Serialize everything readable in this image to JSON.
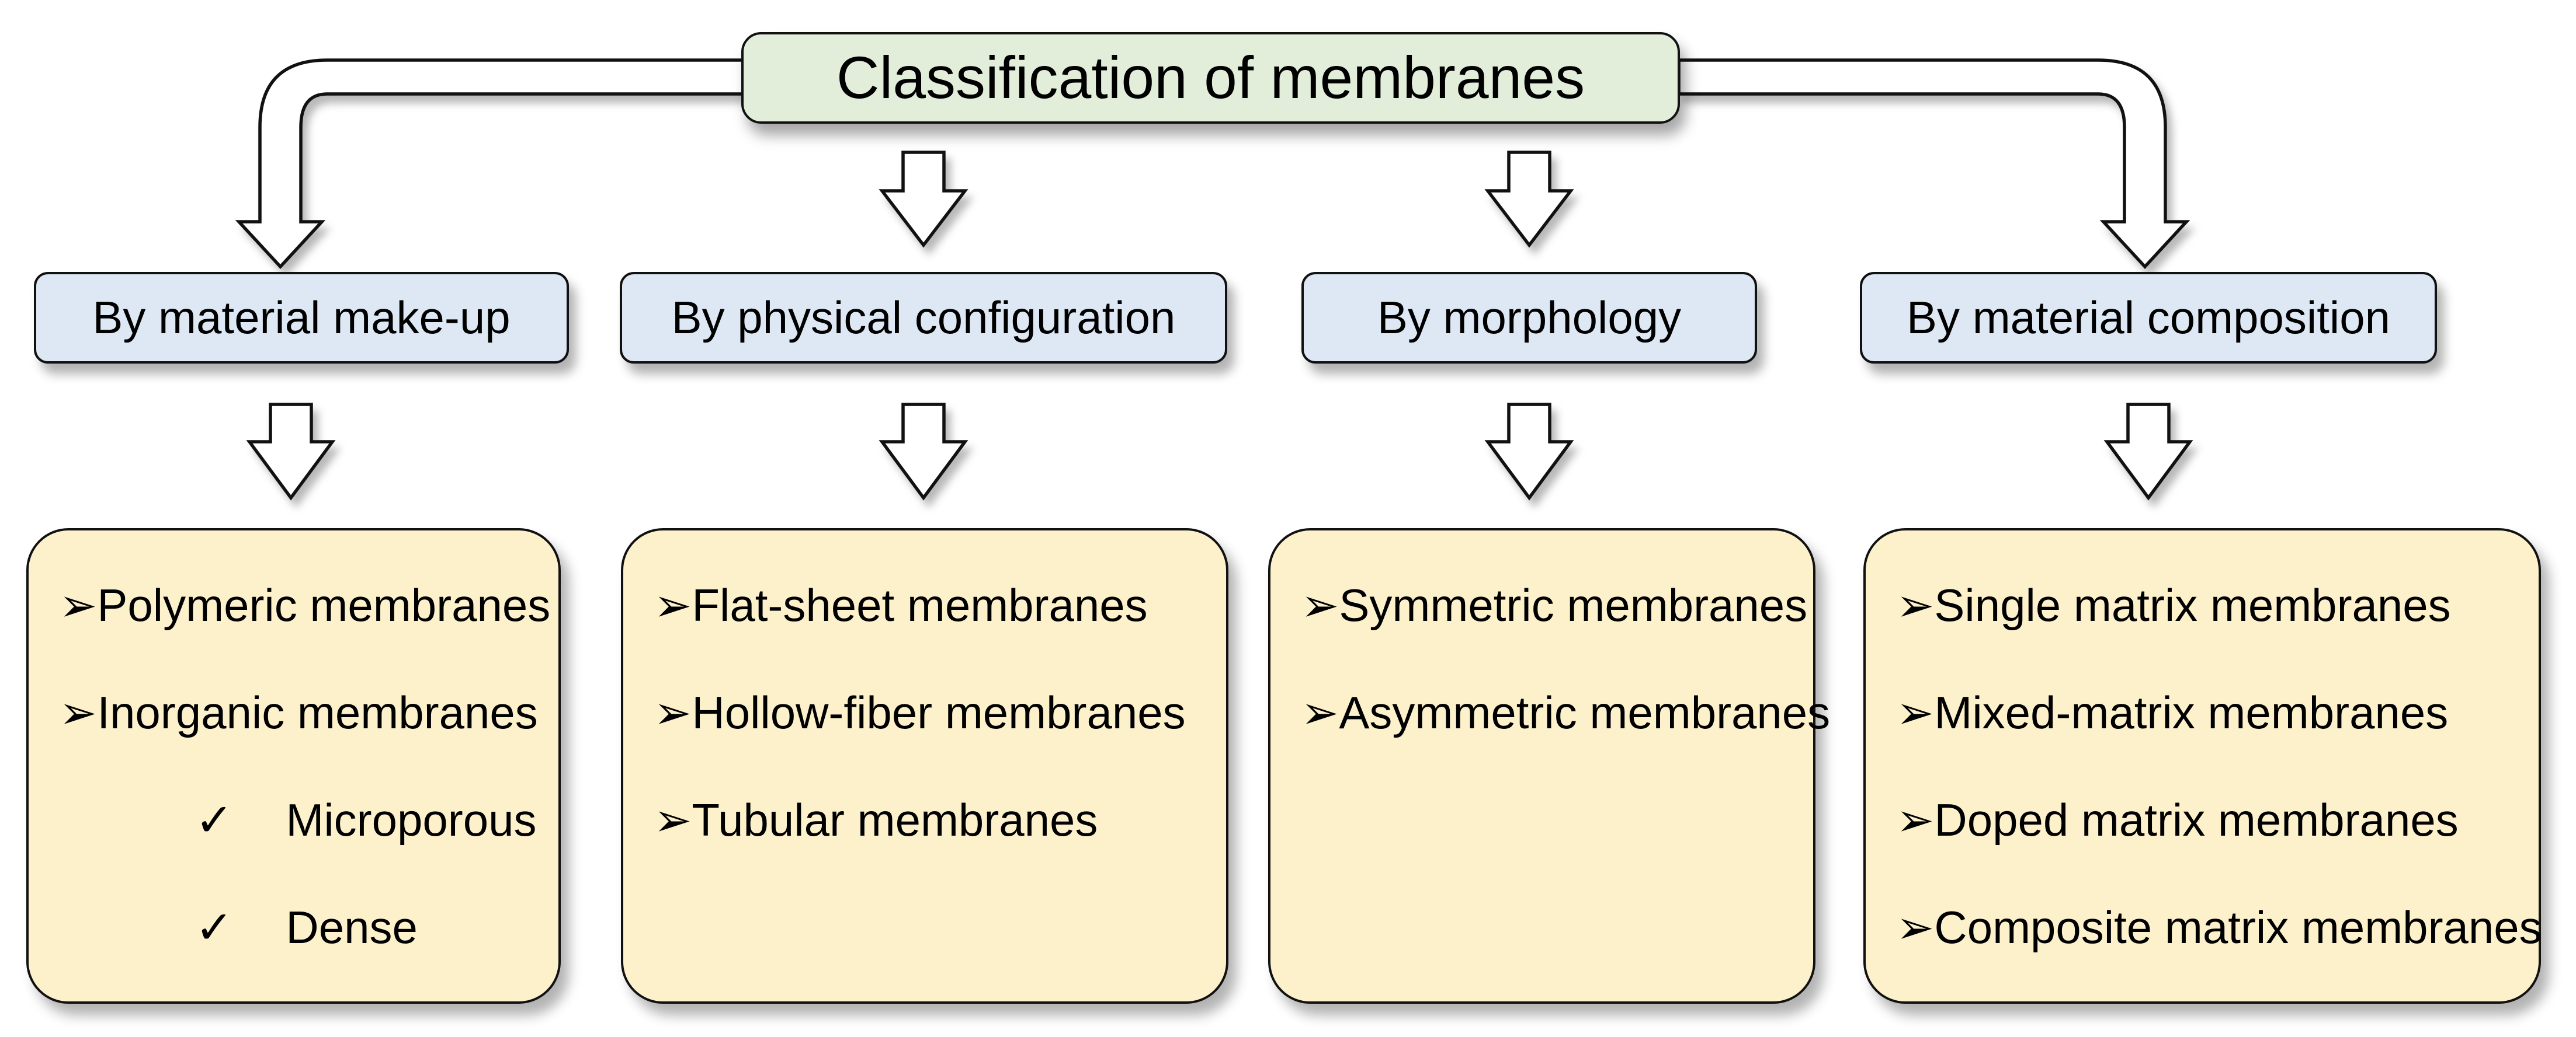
{
  "title": "Classification of membranes",
  "bullets": {
    "arrowhead": "➢",
    "check": "✓"
  },
  "colors": {
    "title_fill": "#e2edda",
    "category_fill": "#dde8f4",
    "detail_fill": "#fdf1cc",
    "outline": "#111111",
    "arrow_fill": "#ffffff",
    "text": "#000000"
  },
  "categories": [
    {
      "label": "By material make-up",
      "items": [
        {
          "bullet": "arrowhead",
          "text": "Polymeric membranes"
        },
        {
          "bullet": "arrowhead",
          "text": "Inorganic membranes"
        },
        {
          "bullet": "check",
          "text": "Microporous"
        },
        {
          "bullet": "check",
          "text": "Dense"
        }
      ]
    },
    {
      "label": "By physical configuration",
      "items": [
        {
          "bullet": "arrowhead",
          "text": "Flat-sheet membranes"
        },
        {
          "bullet": "arrowhead",
          "text": "Hollow-fiber membranes"
        },
        {
          "bullet": "arrowhead",
          "text": "Tubular membranes"
        }
      ]
    },
    {
      "label": "By morphology",
      "items": [
        {
          "bullet": "arrowhead",
          "text": "Symmetric membranes"
        },
        {
          "bullet": "arrowhead",
          "text": "Asymmetric membranes"
        }
      ]
    },
    {
      "label": "By material composition",
      "items": [
        {
          "bullet": "arrowhead",
          "text": "Single matrix membranes"
        },
        {
          "bullet": "arrowhead",
          "text": "Mixed-matrix membranes"
        },
        {
          "bullet": "arrowhead",
          "text": "Doped matrix membranes"
        },
        {
          "bullet": "arrowhead",
          "text": "Composite matrix membranes"
        }
      ]
    }
  ]
}
